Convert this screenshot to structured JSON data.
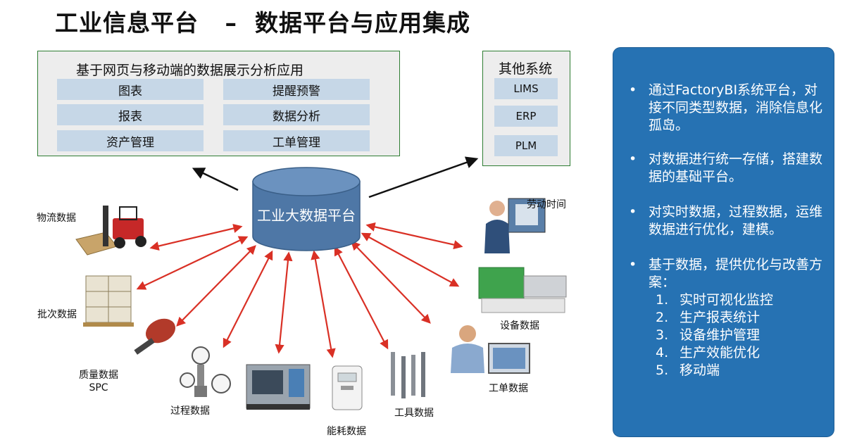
{
  "header": {
    "title": "工业信息平台   –  数据平台与应用集成"
  },
  "apps_box": {
    "title": "基于网页与移动端的数据展示分析应用",
    "items": [
      "图表",
      "提醒预警",
      "报表",
      "数据分析",
      "资产管理",
      "工单管理"
    ]
  },
  "other_box": {
    "title": "其他系统",
    "items": [
      "LIMS",
      "ERP",
      "PLM"
    ]
  },
  "center": {
    "label": "工业大数据平台"
  },
  "sources": {
    "logistics": "物流数据",
    "batch": "批次数据",
    "quality_line1": "质量数据",
    "quality_line2": "SPC",
    "process": "过程数据",
    "energy": "能耗数据",
    "tool": "工具数据",
    "labor": "劳动时间",
    "equipment": "设备数据",
    "work_order": "工单数据"
  },
  "panel": {
    "bullet_char": "•",
    "bullets": [
      "通过FactoryBI系统平台，对接不同类型数据，消除信息化孤岛。",
      "对数据进行统一存储，搭建数据的基础平台。",
      "对实时数据，过程数据，运维数据进行优化，建模。",
      "基于数据，提供优化与改善方案："
    ],
    "sub_items": [
      {
        "num": "1.",
        "text": "实时可视化监控"
      },
      {
        "num": "2.",
        "text": "生产报表统计"
      },
      {
        "num": "3.",
        "text": "设备维护管理"
      },
      {
        "num": "4.",
        "text": "生产效能优化"
      },
      {
        "num": "5.",
        "text": "移动端"
      }
    ]
  },
  "colors": {
    "accent_blue": "#2672b3",
    "cylinder": "#4e77a6",
    "arrow_red": "#d93025",
    "box_border": "#2e7d32",
    "cell_bg": "#c6d7e7"
  }
}
